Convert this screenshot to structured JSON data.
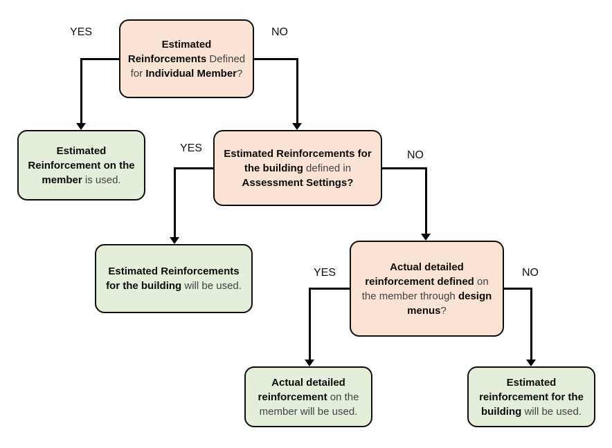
{
  "diagram": {
    "type": "flowchart",
    "background": "#ffffff",
    "colors": {
      "decision_fill": "#fae3d5",
      "result_fill": "#e3eedb",
      "border": "#0d0d0d",
      "line": "#000000"
    },
    "nodes": {
      "q1": {
        "type": "decision",
        "segments": [
          {
            "t": "Estimated Reinforcements ",
            "b": true
          },
          {
            "t": "Defined for ",
            "b": false
          },
          {
            "t": "Individual Member",
            "b": true
          },
          {
            "t": "?",
            "b": false
          }
        ]
      },
      "r1": {
        "type": "result",
        "segments": [
          {
            "t": "Estimated Reinforcement on the member ",
            "b": true
          },
          {
            "t": "is used.",
            "b": false
          }
        ]
      },
      "q2": {
        "type": "decision",
        "segments": [
          {
            "t": "Estimated Reinforcements for the building ",
            "b": true
          },
          {
            "t": "defined in ",
            "b": false
          },
          {
            "t": "Assessment Settings?",
            "b": true
          }
        ]
      },
      "r2": {
        "type": "result",
        "segments": [
          {
            "t": "Estimated Reinforcements for the building ",
            "b": true
          },
          {
            "t": "will be used.",
            "b": false
          }
        ]
      },
      "q3": {
        "type": "decision",
        "segments": [
          {
            "t": "Actual detailed reinforcement defined ",
            "b": true
          },
          {
            "t": "on the member through ",
            "b": false
          },
          {
            "t": "design menus",
            "b": true
          },
          {
            "t": "?",
            "b": false
          }
        ]
      },
      "r3": {
        "type": "result",
        "segments": [
          {
            "t": "Actual detailed reinforcement ",
            "b": true
          },
          {
            "t": "on the member will be used.",
            "b": false
          }
        ]
      },
      "r4": {
        "type": "result",
        "segments": [
          {
            "t": "Estimated reinforcement for the building ",
            "b": true
          },
          {
            "t": "will be used.",
            "b": false
          }
        ]
      }
    },
    "edges": {
      "q1_yes": "YES",
      "q1_no": "NO",
      "q2_yes": "YES",
      "q2_no": "NO",
      "q3_yes": "YES",
      "q3_no": "NO"
    }
  }
}
